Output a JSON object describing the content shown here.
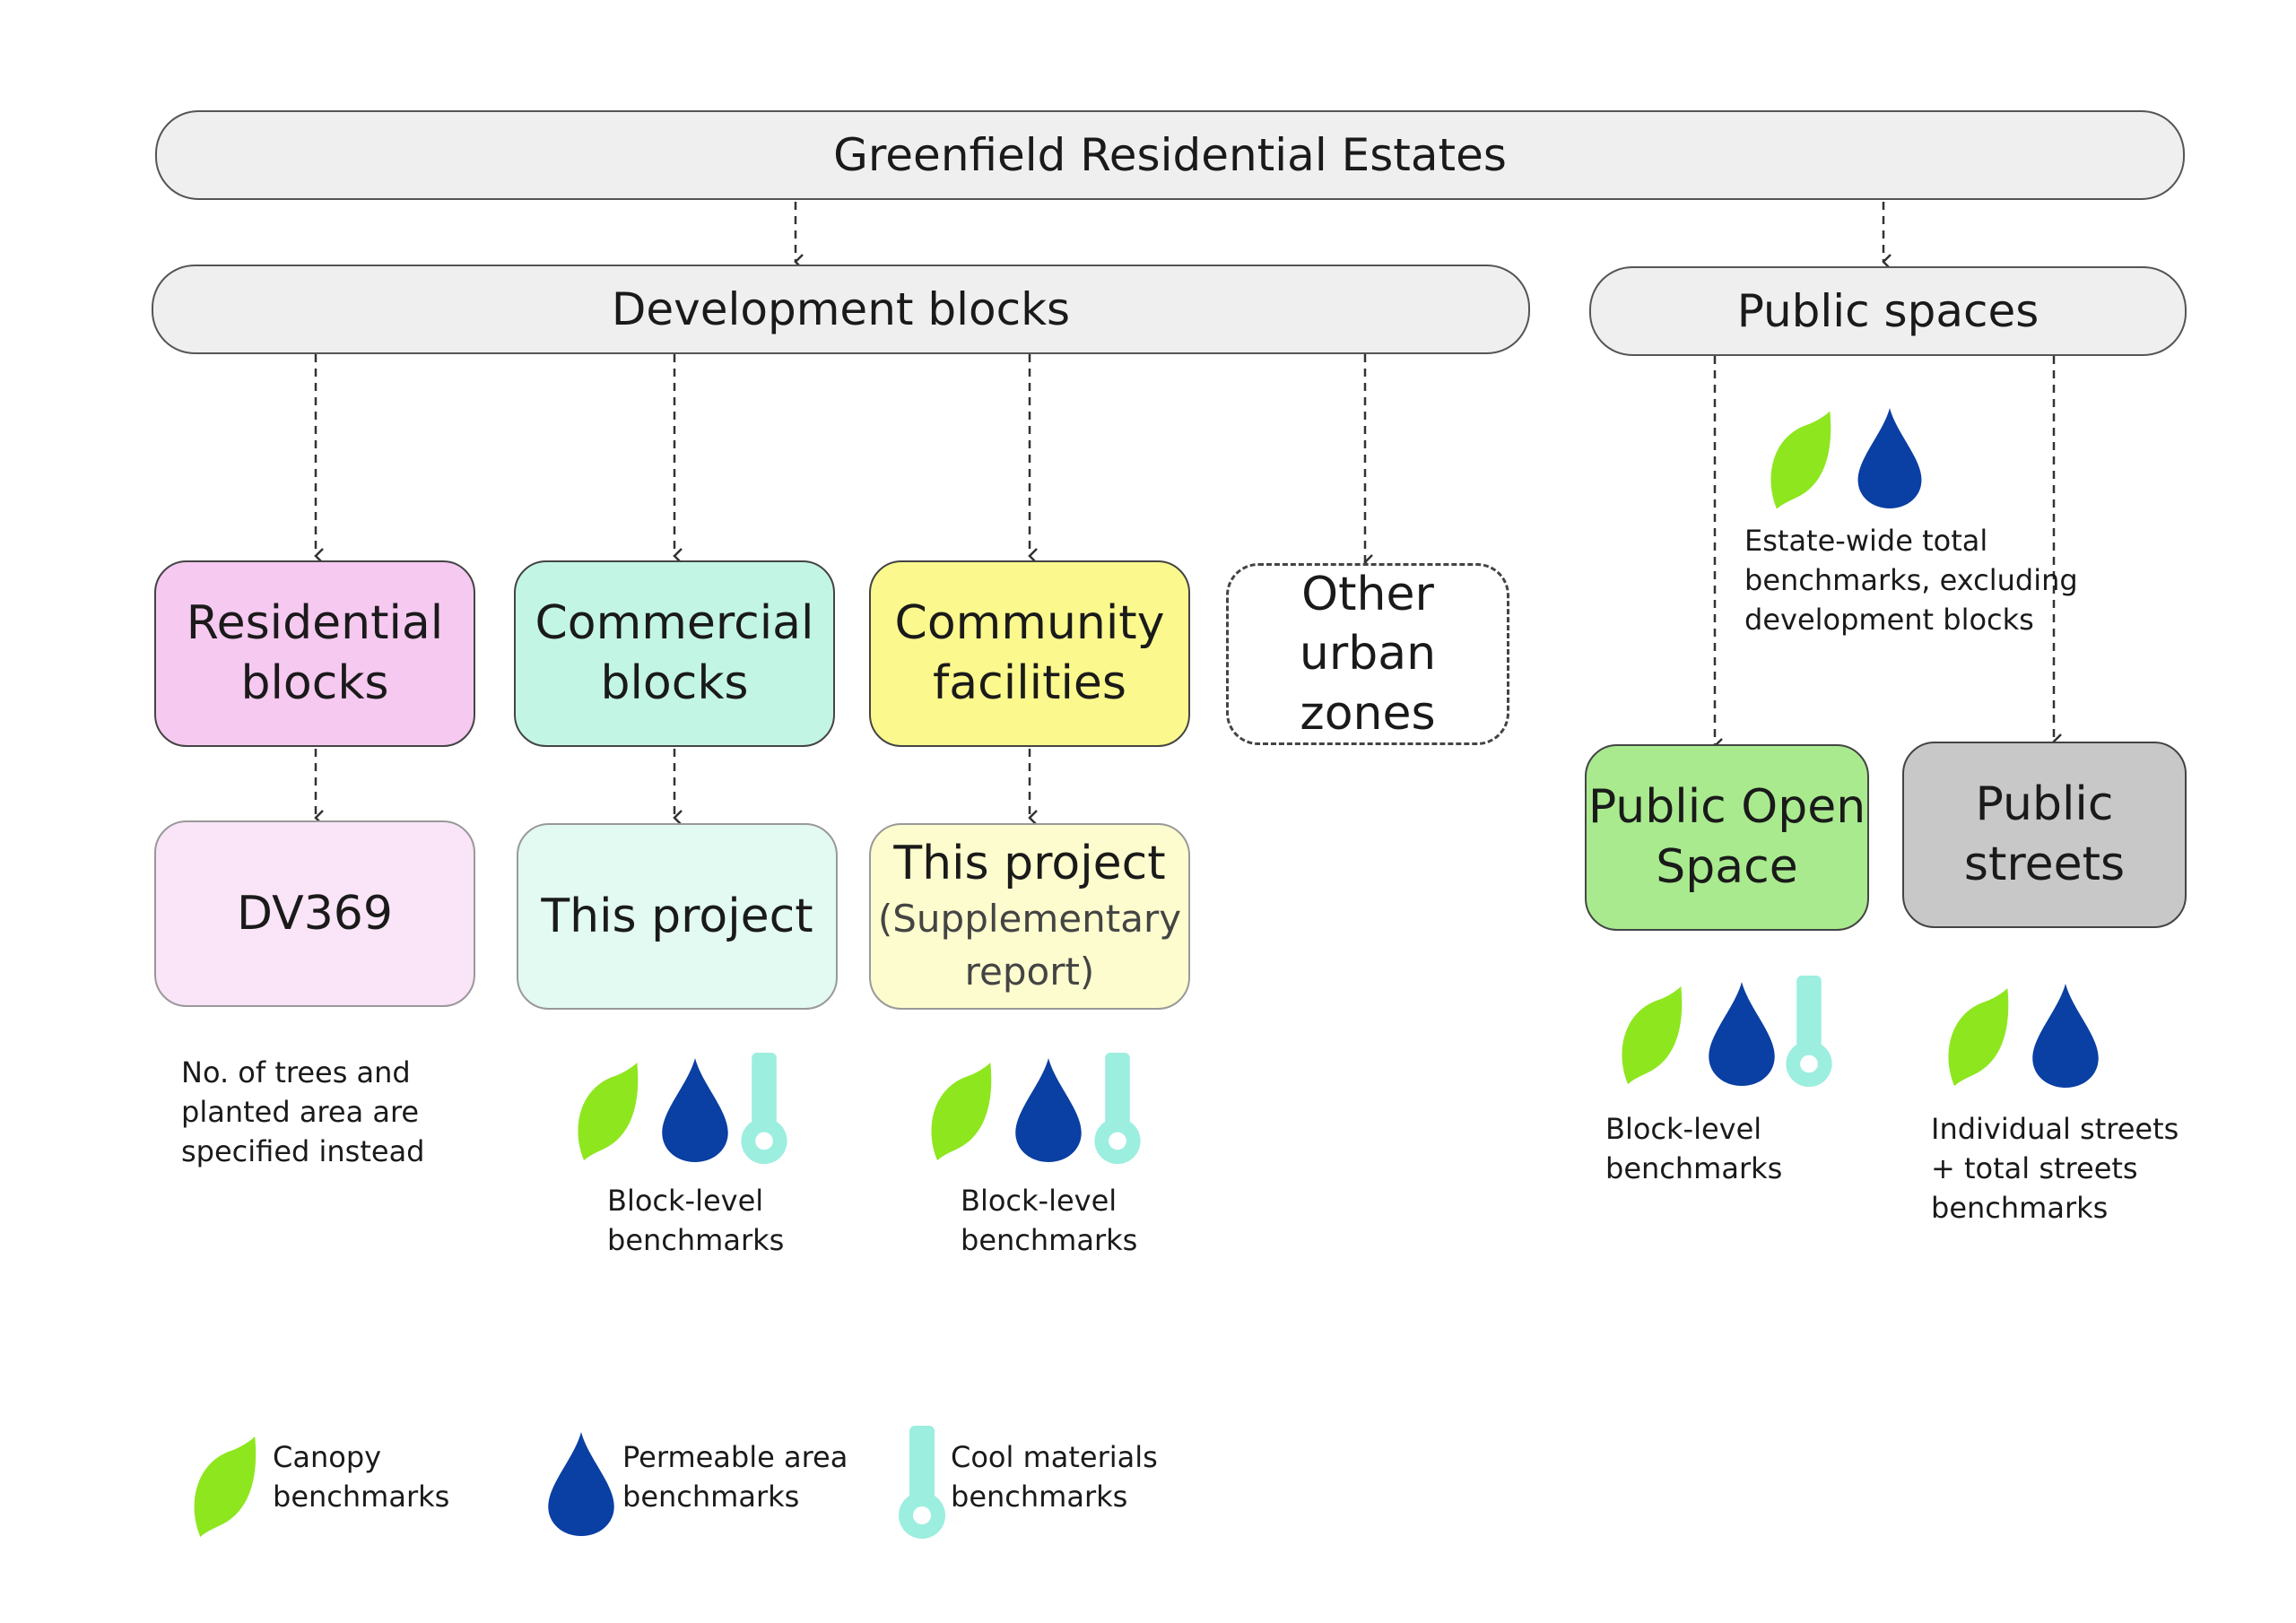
{
  "title": "Greenfield Residential Estates",
  "branches": {
    "development": "Development blocks",
    "public": "Public spaces"
  },
  "categories": {
    "residential": [
      "Residential",
      "blocks"
    ],
    "commercial": [
      "Commercial",
      "blocks"
    ],
    "community": [
      "Community",
      "facilities"
    ],
    "other": [
      "Other urban",
      "zones"
    ],
    "open_space": [
      "Public Open",
      "Space"
    ],
    "streets": "Public streets"
  },
  "projects": {
    "residential": "DV369",
    "commercial": "This project",
    "community_title": "This project",
    "community_sub": [
      "(Supplementary",
      "report)"
    ]
  },
  "captions": {
    "residential": [
      "No. of trees and",
      "planted area are",
      "specified instead"
    ],
    "commercial": [
      "Block-level",
      "benchmarks"
    ],
    "community": [
      "Block-level",
      "benchmarks"
    ],
    "public_total": [
      "Estate-wide total",
      "benchmarks, excluding",
      "development blocks"
    ],
    "open_space": [
      "Block-level",
      "benchmarks"
    ],
    "streets": [
      "Individual streets",
      "+ total streets",
      "benchmarks"
    ]
  },
  "legend": {
    "canopy": [
      "Canopy",
      "benchmarks"
    ],
    "permeable": [
      "Permeable area",
      "benchmarks"
    ],
    "cool": [
      "Cool materials",
      "benchmarks"
    ]
  },
  "colors": {
    "residential": "#f5c9f0",
    "residential_light": "#fae4f7",
    "commercial": "#c3f5e5",
    "commercial_light": "#e2faf2",
    "community": "#fbf98d",
    "community_light": "#fdfcce",
    "open_space": "#a9ea8f",
    "streets": "#c8c8c8",
    "leaf": "#8ee61f",
    "drop": "#0a3fa3",
    "thermo": "#9ceedf"
  },
  "icons": [
    "leaf-icon",
    "drop-icon",
    "thermometer-icon"
  ]
}
